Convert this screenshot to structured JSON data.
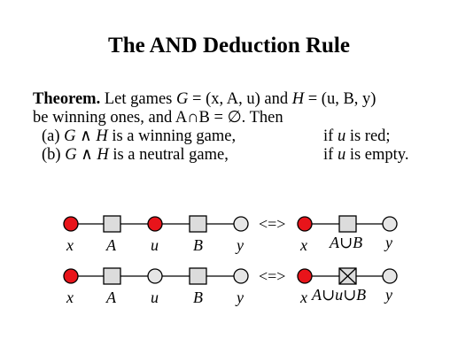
{
  "title": "The AND Deduction Rule",
  "theorem": {
    "label": "Theorem.",
    "intro_a": " Let games ",
    "g": "G",
    "g_def": " = (x, A, u)",
    "and_word": " and ",
    "h": "H",
    "h_def": " = (u, B, y)",
    "line2": "be winning ones, and A∩B = ∅. Then",
    "case_a_label": "(a) ",
    "case_a_expr": "G ∧ H",
    "case_a_text": " is a winning game,",
    "case_a_cond_pre": "if ",
    "case_a_cond_var": "u",
    "case_a_cond_post": " is red;",
    "case_b_label": "(b) ",
    "case_b_expr": "G ∧ H",
    "case_b_text": " is a neutral game,",
    "case_b_cond_pre": "if ",
    "case_b_cond_var": "u",
    "case_b_cond_post": " is empty."
  },
  "diagram": {
    "colors": {
      "red": "#e8141a",
      "empty": "#e6e6e6",
      "square": "#dcdcdc",
      "line": "#000000"
    },
    "equiv": "<=>",
    "row1": {
      "left_labels": [
        "x",
        "A",
        "u",
        "B",
        "y"
      ],
      "right_labels": [
        "x",
        "A∪B",
        "y"
      ]
    },
    "row2": {
      "left_labels": [
        "x",
        "A",
        "u",
        "B",
        "y"
      ],
      "right_labels": [
        "x",
        "A∪u∪B",
        "y"
      ]
    }
  }
}
